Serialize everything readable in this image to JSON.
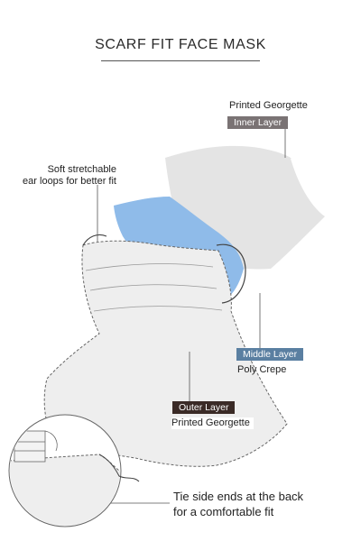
{
  "title": "SCARF FIT FACE MASK",
  "labels": {
    "inner_top": "Printed Georgette",
    "inner_badge": "Inner Layer",
    "ear_loops_line1": "Soft stretchable",
    "ear_loops_line2": "ear loops for better fit",
    "middle_badge": "Middle Layer",
    "middle_material": "Poly Crepe",
    "outer_badge": "Outer Layer",
    "outer_material": "Printed Georgette",
    "tie_line1": "Tie side ends at the back",
    "tie_line2": "for a comfortable fit"
  },
  "colors": {
    "inner_badge_bg": "#7a7374",
    "middle_badge_bg": "#5a7fa1",
    "outer_badge_bg": "#3a2a26",
    "inner_layer": "#e4e4e4",
    "middle_layer": "#8fbbe9",
    "outer_layer": "#eeeeee"
  }
}
